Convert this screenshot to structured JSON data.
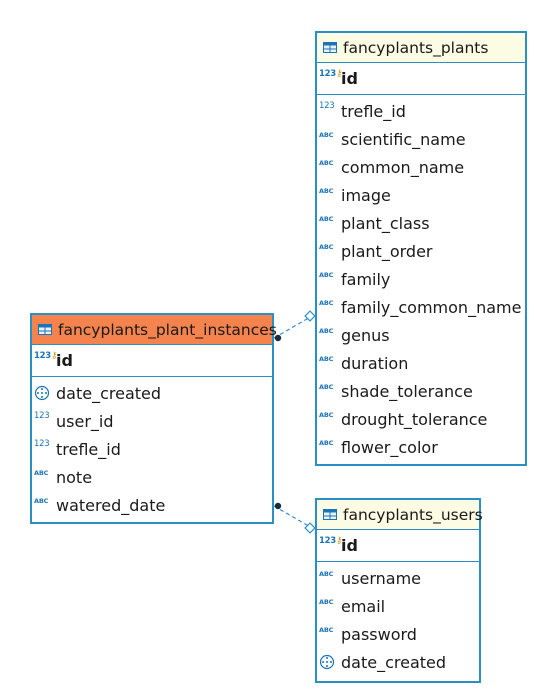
{
  "tables": {
    "plants": {
      "name": "fancyplants_plants",
      "pk": "id",
      "columns": [
        {
          "name": "trefle_id",
          "type": "123"
        },
        {
          "name": "scientific_name",
          "type": "ABC"
        },
        {
          "name": "common_name",
          "type": "ABC"
        },
        {
          "name": "image",
          "type": "ABC"
        },
        {
          "name": "plant_class",
          "type": "ABC"
        },
        {
          "name": "plant_order",
          "type": "ABC"
        },
        {
          "name": "family",
          "type": "ABC"
        },
        {
          "name": "family_common_name",
          "type": "ABC"
        },
        {
          "name": "genus",
          "type": "ABC"
        },
        {
          "name": "duration",
          "type": "ABC"
        },
        {
          "name": "shade_tolerance",
          "type": "ABC"
        },
        {
          "name": "drought_tolerance",
          "type": "ABC"
        },
        {
          "name": "flower_color",
          "type": "ABC"
        }
      ]
    },
    "instances": {
      "name": "fancyplants_plant_instances",
      "pk": "id",
      "columns": [
        {
          "name": "date_created",
          "type": "date"
        },
        {
          "name": "user_id",
          "type": "123"
        },
        {
          "name": "trefle_id",
          "type": "123"
        },
        {
          "name": "note",
          "type": "ABC"
        },
        {
          "name": "watered_date",
          "type": "ABC"
        }
      ]
    },
    "users": {
      "name": "fancyplants_users",
      "pk": "id",
      "columns": [
        {
          "name": "username",
          "type": "ABC"
        },
        {
          "name": "email",
          "type": "ABC"
        },
        {
          "name": "password",
          "type": "ABC"
        },
        {
          "name": "date_created",
          "type": "date"
        }
      ]
    }
  },
  "type_labels": {
    "num": "123",
    "text": "ABC"
  },
  "colors": {
    "border": "#2a8fc4",
    "header_light": "#fcfbe4",
    "header_selected": "#f5834d",
    "type_icon": "#1b74b8",
    "key_icon": "#d39a1c"
  }
}
